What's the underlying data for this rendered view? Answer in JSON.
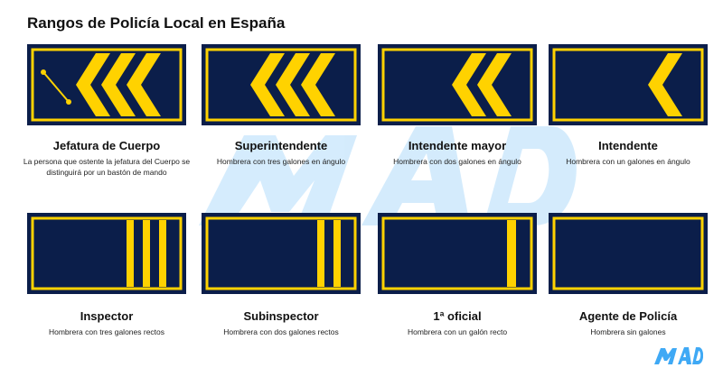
{
  "title": "Rangos de Policía Local en España",
  "colors": {
    "navy": "#0b1e4a",
    "gold": "#ffd200",
    "watermark": "#3fa9f5"
  },
  "ranks": [
    {
      "name": "Jefatura de Cuerpo",
      "desc": "La persona que ostente la jefatura del Cuerpo se distinguirá por un bastón de mando"
    },
    {
      "name": "Superintendente",
      "desc": "Hombrera con tres galones en ángulo"
    },
    {
      "name": "Intendente mayor",
      "desc": "Hombrera con dos galones en ángulo"
    },
    {
      "name": "Intendente",
      "desc": "Hombrera con un galones en ángulo"
    },
    {
      "name": "Inspector",
      "desc": "Hombrera con tres galones rectos"
    },
    {
      "name": "Subinspector",
      "desc": "Hombrera con dos galones rectos"
    },
    {
      "name": "1ª oficial",
      "desc": "Hombrera con un galón recto"
    },
    {
      "name": "Agente de Policía",
      "desc": "Hombrera sin galones"
    }
  ],
  "icons": {
    "baton": "baton-icon",
    "logo": "mad-logo"
  }
}
